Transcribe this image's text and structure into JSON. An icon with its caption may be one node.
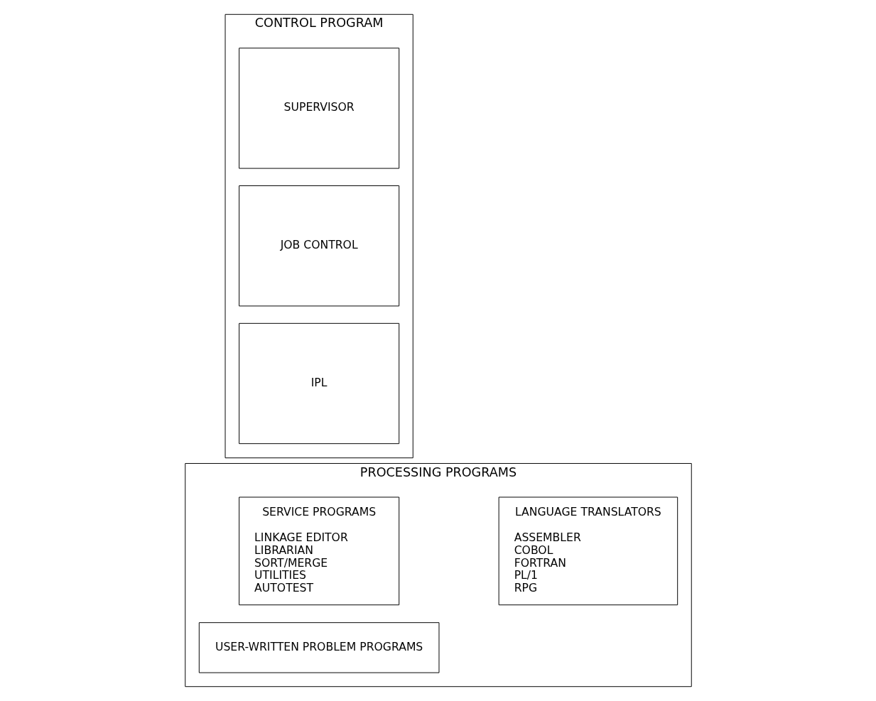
{
  "diagram": {
    "nodes": [
      {
        "text": [
          "CONTROL PROGRAM"
        ]
      },
      {
        "text": [
          "SUPERVISOR"
        ],
        "in": 0
      },
      {
        "text": [
          "JOB CONTROL"
        ],
        "in": 0
      },
      {
        "text": [
          "IPL"
        ],
        "in": 0
      },
      {
        "text": [
          "PROCESSING PROGRAMS"
        ]
      },
      {
        "text": [
          "LANGUAGE TRANSLATORS",
          "ASSEMBLER",
          "COBOL",
          "FORTRAN",
          "PL/1",
          "RPG"
        ],
        "in": 4
      },
      {
        "text": [
          "SERVICE PROGRAMS",
          "LINKAGE EDITOR",
          "LIBRARIAN",
          "SORT/MERGE",
          "UTILITIES",
          "AUTOTEST"
        ],
        "in": 4
      },
      {
        "text": [
          "USER-WRITTEN PROBLEM PROGRAMS"
        ],
        "in": 4
      }
    ],
    "edges": []
  }
}
